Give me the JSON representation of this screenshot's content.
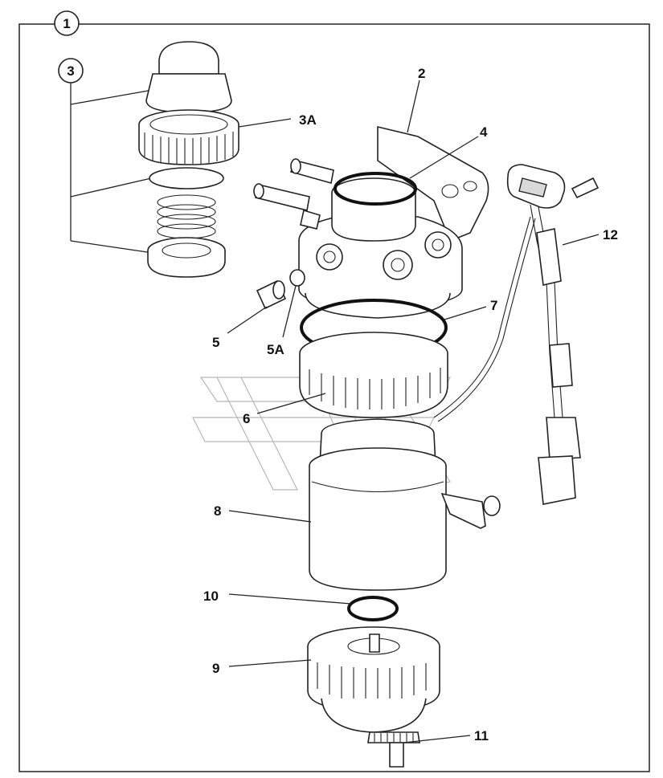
{
  "diagram": {
    "assembly_callout": "1",
    "kit_callout": "3",
    "labels": {
      "l2": "2",
      "l3a": "3A",
      "l4": "4",
      "l5": "5",
      "l5a": "5A",
      "l6": "6",
      "l7": "7",
      "l8": "8",
      "l9": "9",
      "l10": "10",
      "l11": "11",
      "l12": "12"
    }
  }
}
